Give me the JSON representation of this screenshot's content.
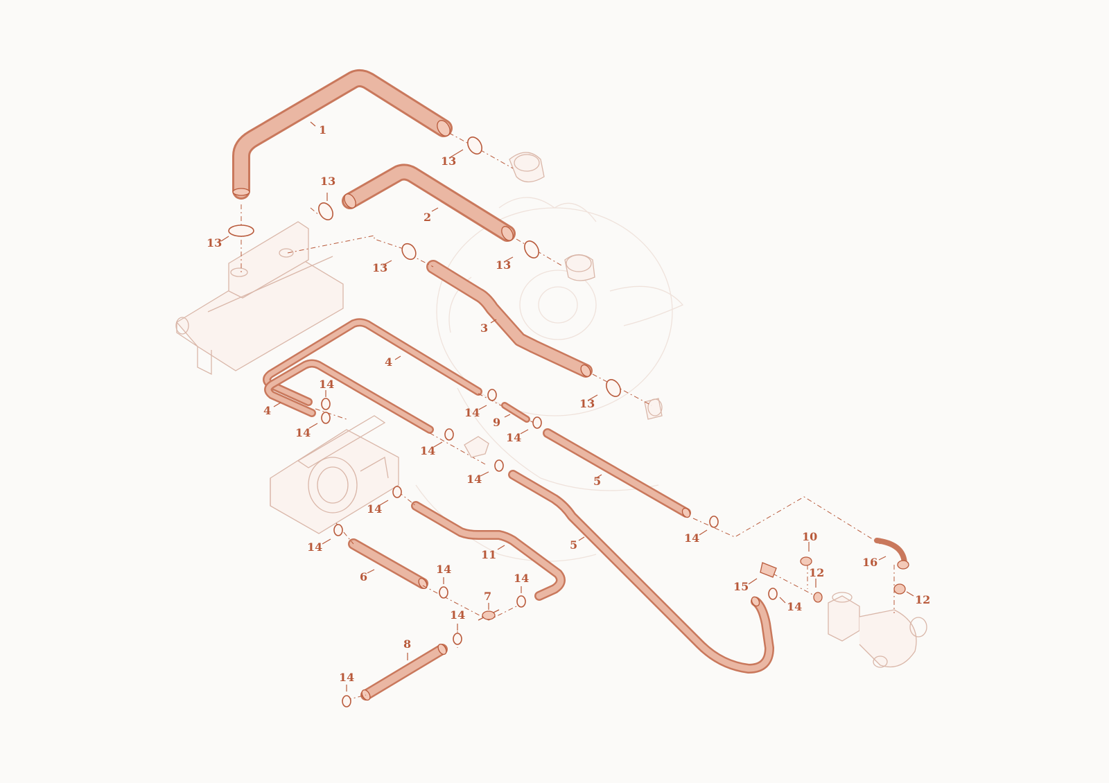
{
  "diagram": {
    "type": "exploded-parts-diagram",
    "accent_color": "#b8593a",
    "hose_color": "#e8a892",
    "callouts": [
      "1",
      "2",
      "3",
      "4",
      "4",
      "5",
      "5",
      "6",
      "7",
      "8",
      "9",
      "10",
      "11",
      "12",
      "12",
      "13",
      "13",
      "13",
      "13",
      "13",
      "13",
      "14",
      "14",
      "14",
      "14",
      "14",
      "14",
      "14",
      "14",
      "14",
      "14",
      "14",
      "14",
      "14",
      "14",
      "15",
      "16"
    ]
  }
}
